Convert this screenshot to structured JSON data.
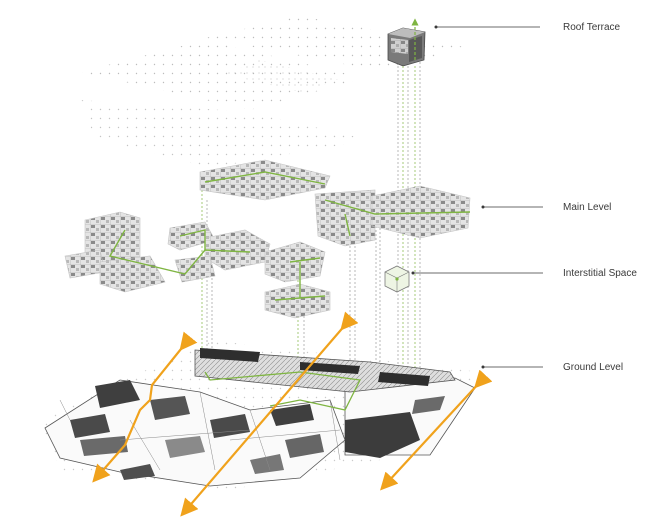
{
  "labels": {
    "roof_terrace": "Roof Terrace",
    "main_level": "Main Level",
    "interstitial_space": "Interstitial Space",
    "ground_level": "Ground Level"
  },
  "colors": {
    "circulation": "#7fb542",
    "axis": "#f0a21c",
    "ink": "#3a3a3a",
    "fill_dark": "#4a4a4a",
    "fill_mid": "#9a9a9a",
    "fill_light": "#d6d6d6",
    "dot": "#b5b5b5"
  }
}
